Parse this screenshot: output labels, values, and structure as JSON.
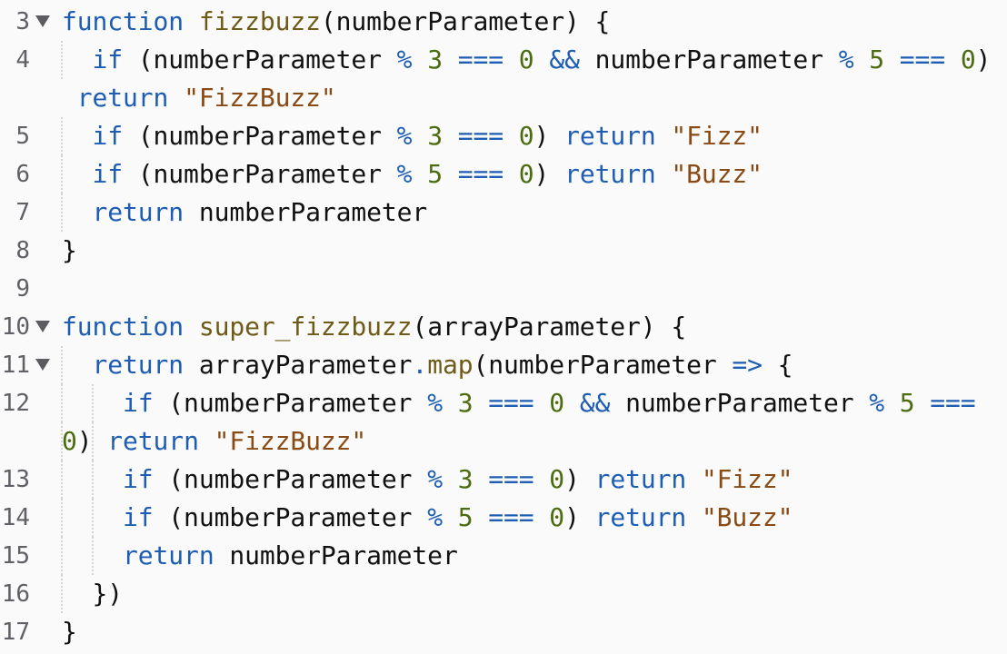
{
  "colors": {
    "keyword": "#1d5db3",
    "function_name": "#6e5b17",
    "string": "#8a4a14",
    "number": "#4b6d10",
    "background": "#fafafa"
  },
  "rows": [
    {
      "line": "3",
      "fold": true,
      "guides": 0,
      "tokens": [
        [
          "kw",
          "function"
        ],
        [
          "plain",
          " "
        ],
        [
          "fn",
          "fizzbuzz"
        ],
        [
          "plain",
          "(numberParameter) {"
        ]
      ]
    },
    {
      "line": "4",
      "fold": false,
      "guides": 1,
      "tokens": [
        [
          "plain",
          "  "
        ],
        [
          "kw",
          "if"
        ],
        [
          "plain",
          " (numberParameter "
        ],
        [
          "op",
          "%"
        ],
        [
          "plain",
          " "
        ],
        [
          "num",
          "3"
        ],
        [
          "plain",
          " "
        ],
        [
          "op",
          "==="
        ],
        [
          "plain",
          " "
        ],
        [
          "num",
          "0"
        ],
        [
          "plain",
          " "
        ],
        [
          "op",
          "&&"
        ],
        [
          "plain",
          " numberParameter "
        ],
        [
          "op",
          "%"
        ],
        [
          "plain",
          " "
        ],
        [
          "num",
          "5"
        ],
        [
          "plain",
          " "
        ],
        [
          "op",
          "==="
        ],
        [
          "plain",
          " "
        ],
        [
          "num",
          "0"
        ],
        [
          "plain",
          ")"
        ]
      ]
    },
    {
      "line": "",
      "fold": false,
      "guides": 0,
      "tokens": [
        [
          "plain",
          " "
        ],
        [
          "kw",
          "return"
        ],
        [
          "plain",
          " "
        ],
        [
          "str",
          "\"FizzBuzz\""
        ]
      ]
    },
    {
      "line": "5",
      "fold": false,
      "guides": 1,
      "tokens": [
        [
          "plain",
          "  "
        ],
        [
          "kw",
          "if"
        ],
        [
          "plain",
          " (numberParameter "
        ],
        [
          "op",
          "%"
        ],
        [
          "plain",
          " "
        ],
        [
          "num",
          "3"
        ],
        [
          "plain",
          " "
        ],
        [
          "op",
          "==="
        ],
        [
          "plain",
          " "
        ],
        [
          "num",
          "0"
        ],
        [
          "plain",
          ") "
        ],
        [
          "kw",
          "return"
        ],
        [
          "plain",
          " "
        ],
        [
          "str",
          "\"Fizz\""
        ]
      ]
    },
    {
      "line": "6",
      "fold": false,
      "guides": 1,
      "tokens": [
        [
          "plain",
          "  "
        ],
        [
          "kw",
          "if"
        ],
        [
          "plain",
          " (numberParameter "
        ],
        [
          "op",
          "%"
        ],
        [
          "plain",
          " "
        ],
        [
          "num",
          "5"
        ],
        [
          "plain",
          " "
        ],
        [
          "op",
          "==="
        ],
        [
          "plain",
          " "
        ],
        [
          "num",
          "0"
        ],
        [
          "plain",
          ") "
        ],
        [
          "kw",
          "return"
        ],
        [
          "plain",
          " "
        ],
        [
          "str",
          "\"Buzz\""
        ]
      ]
    },
    {
      "line": "7",
      "fold": false,
      "guides": 1,
      "tokens": [
        [
          "plain",
          "  "
        ],
        [
          "kw",
          "return"
        ],
        [
          "plain",
          " numberParameter"
        ]
      ]
    },
    {
      "line": "8",
      "fold": false,
      "guides": 0,
      "tokens": [
        [
          "plain",
          "}"
        ]
      ]
    },
    {
      "line": "9",
      "fold": false,
      "guides": 0,
      "tokens": []
    },
    {
      "line": "10",
      "fold": true,
      "guides": 0,
      "tokens": [
        [
          "kw",
          "function"
        ],
        [
          "plain",
          " "
        ],
        [
          "fn",
          "super_fizzbuzz"
        ],
        [
          "plain",
          "(arrayParameter) {"
        ]
      ]
    },
    {
      "line": "11",
      "fold": true,
      "guides": 1,
      "tokens": [
        [
          "plain",
          "  "
        ],
        [
          "kw",
          "return"
        ],
        [
          "plain",
          " arrayParameter"
        ],
        [
          "op",
          "."
        ],
        [
          "fn",
          "map"
        ],
        [
          "plain",
          "(numberParameter "
        ],
        [
          "op",
          "=>"
        ],
        [
          "plain",
          " {"
        ]
      ]
    },
    {
      "line": "12",
      "fold": false,
      "guides": 2,
      "tokens": [
        [
          "plain",
          "    "
        ],
        [
          "kw",
          "if"
        ],
        [
          "plain",
          " (numberParameter "
        ],
        [
          "op",
          "%"
        ],
        [
          "plain",
          " "
        ],
        [
          "num",
          "3"
        ],
        [
          "plain",
          " "
        ],
        [
          "op",
          "==="
        ],
        [
          "plain",
          " "
        ],
        [
          "num",
          "0"
        ],
        [
          "plain",
          " "
        ],
        [
          "op",
          "&&"
        ],
        [
          "plain",
          " numberParameter "
        ],
        [
          "op",
          "%"
        ],
        [
          "plain",
          " "
        ],
        [
          "num",
          "5"
        ],
        [
          "plain",
          " "
        ],
        [
          "op",
          "==="
        ]
      ]
    },
    {
      "line": "",
      "fold": false,
      "guides": 2,
      "tokens": [
        [
          "num",
          "0"
        ],
        [
          "plain",
          ") "
        ],
        [
          "kw",
          "return"
        ],
        [
          "plain",
          " "
        ],
        [
          "str",
          "\"FizzBuzz\""
        ]
      ]
    },
    {
      "line": "13",
      "fold": false,
      "guides": 2,
      "tokens": [
        [
          "plain",
          "    "
        ],
        [
          "kw",
          "if"
        ],
        [
          "plain",
          " (numberParameter "
        ],
        [
          "op",
          "%"
        ],
        [
          "plain",
          " "
        ],
        [
          "num",
          "3"
        ],
        [
          "plain",
          " "
        ],
        [
          "op",
          "==="
        ],
        [
          "plain",
          " "
        ],
        [
          "num",
          "0"
        ],
        [
          "plain",
          ") "
        ],
        [
          "kw",
          "return"
        ],
        [
          "plain",
          " "
        ],
        [
          "str",
          "\"Fizz\""
        ]
      ]
    },
    {
      "line": "14",
      "fold": false,
      "guides": 2,
      "tokens": [
        [
          "plain",
          "    "
        ],
        [
          "kw",
          "if"
        ],
        [
          "plain",
          " (numberParameter "
        ],
        [
          "op",
          "%"
        ],
        [
          "plain",
          " "
        ],
        [
          "num",
          "5"
        ],
        [
          "plain",
          " "
        ],
        [
          "op",
          "==="
        ],
        [
          "plain",
          " "
        ],
        [
          "num",
          "0"
        ],
        [
          "plain",
          ") "
        ],
        [
          "kw",
          "return"
        ],
        [
          "plain",
          " "
        ],
        [
          "str",
          "\"Buzz\""
        ]
      ]
    },
    {
      "line": "15",
      "fold": false,
      "guides": 2,
      "tokens": [
        [
          "plain",
          "    "
        ],
        [
          "kw",
          "return"
        ],
        [
          "plain",
          " numberParameter"
        ]
      ]
    },
    {
      "line": "16",
      "fold": false,
      "guides": 1,
      "tokens": [
        [
          "plain",
          "  })"
        ]
      ]
    },
    {
      "line": "17",
      "fold": false,
      "guides": 0,
      "tokens": [
        [
          "plain",
          "}"
        ]
      ]
    }
  ]
}
